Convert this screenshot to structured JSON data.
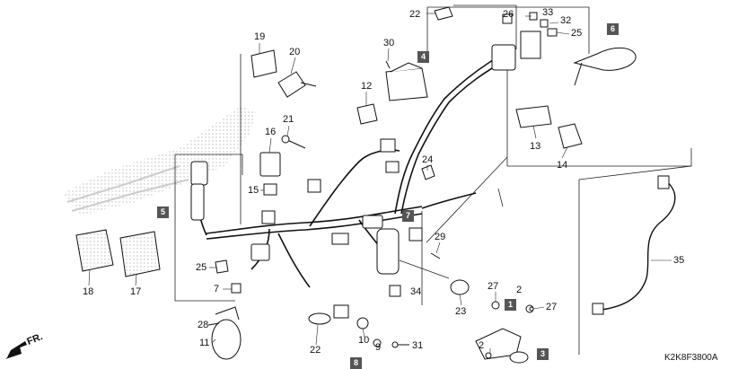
{
  "diagram_code": "K2K8F3800A",
  "direction_label": "FR.",
  "callouts": [
    {
      "id": "c22a",
      "text": "22"
    },
    {
      "id": "c26",
      "text": "26"
    },
    {
      "id": "c33",
      "text": "33"
    },
    {
      "id": "c32",
      "text": "32"
    },
    {
      "id": "c25a",
      "text": "25"
    },
    {
      "id": "c19",
      "text": "19"
    },
    {
      "id": "c20",
      "text": "20"
    },
    {
      "id": "c30",
      "text": "30"
    },
    {
      "id": "c12",
      "text": "12"
    },
    {
      "id": "c21",
      "text": "21"
    },
    {
      "id": "c16",
      "text": "16"
    },
    {
      "id": "c13",
      "text": "13"
    },
    {
      "id": "c14",
      "text": "14"
    },
    {
      "id": "c24",
      "text": "24"
    },
    {
      "id": "c15",
      "text": "15"
    },
    {
      "id": "c29",
      "text": "29"
    },
    {
      "id": "c35",
      "text": "35"
    },
    {
      "id": "c18",
      "text": "18"
    },
    {
      "id": "c17",
      "text": "17"
    },
    {
      "id": "c25b",
      "text": "25"
    },
    {
      "id": "c7",
      "text": "7"
    },
    {
      "id": "c34",
      "text": "34"
    },
    {
      "id": "c23",
      "text": "23"
    },
    {
      "id": "c27a",
      "text": "27"
    },
    {
      "id": "c2a",
      "text": "2"
    },
    {
      "id": "c27b",
      "text": "27"
    },
    {
      "id": "c28",
      "text": "28"
    },
    {
      "id": "c22b",
      "text": "22"
    },
    {
      "id": "c10",
      "text": "10"
    },
    {
      "id": "c9",
      "text": "9"
    },
    {
      "id": "c31",
      "text": "31"
    },
    {
      "id": "c11",
      "text": "11"
    },
    {
      "id": "c2b",
      "text": "2"
    }
  ],
  "boxes": [
    {
      "id": "b4",
      "text": "4"
    },
    {
      "id": "b6",
      "text": "6"
    },
    {
      "id": "b5",
      "text": "5"
    },
    {
      "id": "b7",
      "text": "7"
    },
    {
      "id": "b1",
      "text": "1"
    },
    {
      "id": "b3",
      "text": "3"
    },
    {
      "id": "b8",
      "text": "8"
    }
  ]
}
